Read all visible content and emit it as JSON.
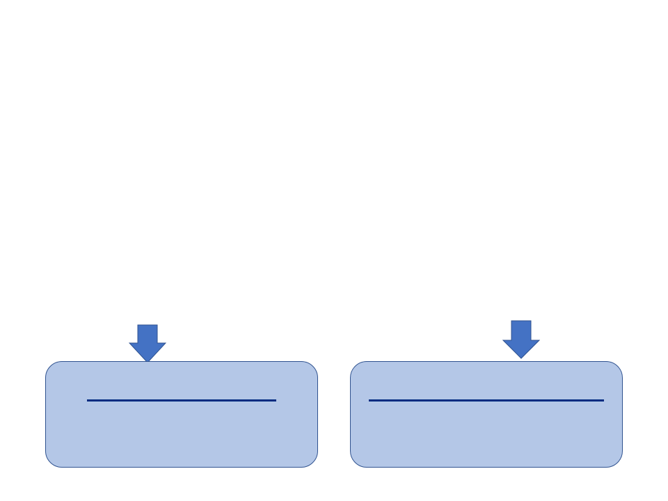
{
  "colors": {
    "box_fill": "#b4c7e7",
    "box_border": "#2f528f",
    "arrow_fill": "#4472c4",
    "arrow_stroke": "#2f528f",
    "line": "#002b80"
  },
  "diagram": {
    "nodes": [
      {
        "id": "left-box",
        "label": ""
      },
      {
        "id": "right-box",
        "label": ""
      }
    ],
    "arrows": [
      {
        "id": "left-arrow",
        "direction": "down",
        "target": "left-box"
      },
      {
        "id": "right-arrow",
        "direction": "down",
        "target": "right-box"
      }
    ]
  }
}
